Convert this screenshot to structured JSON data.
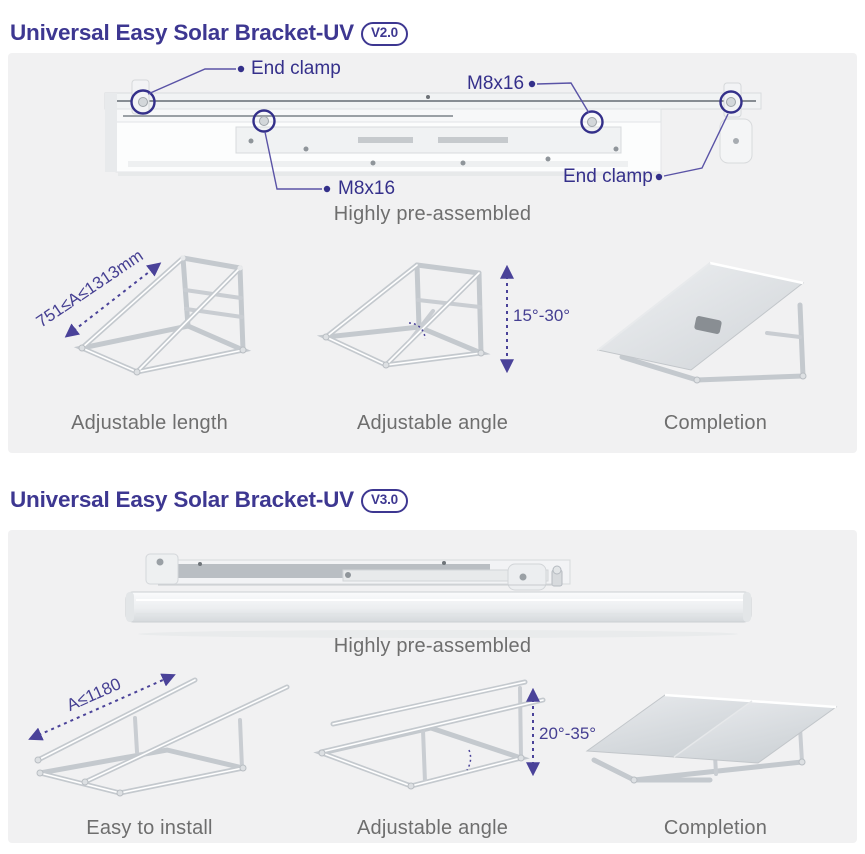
{
  "colors": {
    "accent": "#3d3791",
    "annotation": "#35308b",
    "dimension": "#453f92",
    "caption": "#6e6e6e",
    "panel_bg": "#f1f1f2",
    "ring": "#34308a"
  },
  "sections": [
    {
      "title": "Universal Easy Solar Bracket-UV",
      "version": "V2.0",
      "hero": {
        "caption": "Highly pre-assembled",
        "annotations": [
          {
            "label": "End clamp"
          },
          {
            "label": "M8x16"
          },
          {
            "label": "M8x16"
          },
          {
            "label": "End clamp"
          }
        ]
      },
      "figures": [
        {
          "caption": "Adjustable length",
          "dimension": "751≤A≤1313mm"
        },
        {
          "caption": "Adjustable angle",
          "dimension": "15°-30°"
        },
        {
          "caption": "Completion",
          "dimension": ""
        }
      ]
    },
    {
      "title": "Universal Easy Solar Bracket-UV",
      "version": "V3.0",
      "hero": {
        "caption": "Highly pre-assembled",
        "annotations": []
      },
      "figures": [
        {
          "caption": "Easy to install",
          "dimension": "A≤1180"
        },
        {
          "caption": "Adjustable angle",
          "dimension": "20°-35°"
        },
        {
          "caption": "Completion",
          "dimension": ""
        }
      ]
    }
  ]
}
